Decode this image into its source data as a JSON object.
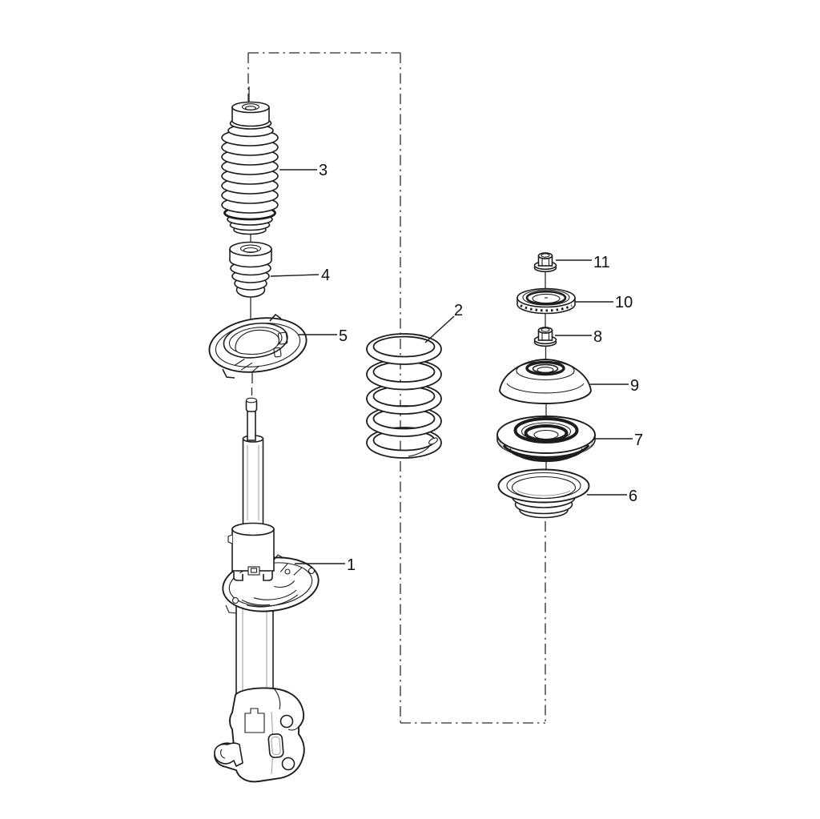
{
  "figure": {
    "background": "#ffffff",
    "line_color": "#1d1d1b",
    "callouts": [
      {
        "number": "1"
      },
      {
        "number": "2"
      },
      {
        "number": "3"
      },
      {
        "number": "4"
      },
      {
        "number": "5"
      },
      {
        "number": "6"
      },
      {
        "number": "7"
      },
      {
        "number": "8"
      },
      {
        "number": "9"
      },
      {
        "number": "10"
      },
      {
        "number": "11"
      }
    ]
  }
}
